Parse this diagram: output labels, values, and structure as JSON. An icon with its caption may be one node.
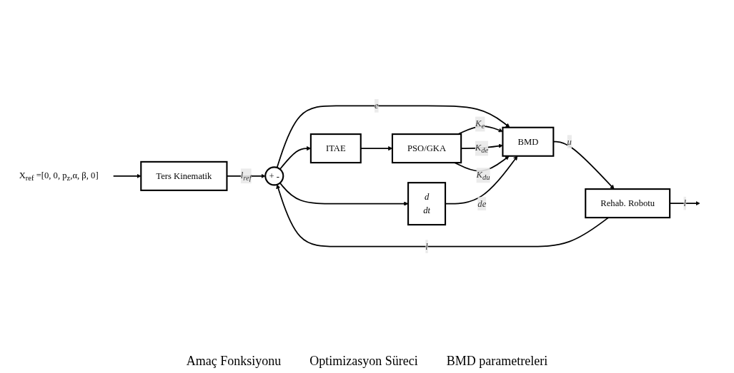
{
  "diagram": {
    "nodes": [
      {
        "text": [
          "ITAE"
        ]
      },
      {
        "text": [
          "PSO/GKA"
        ]
      },
      {
        "text": [
          "Ters Kinematik"
        ]
      },
      {
        "text": [
          "+",
          "-"
        ]
      },
      {
        "text": [
          "BMD"
        ]
      },
      {
        "text": [
          "Rehab. Robotu"
        ]
      },
      {
        "text": [
          "d",
          "dt"
        ]
      },
      {
        "text": [
          "X$_{ref}$ =[0, 0, p$_{z}$,α, β, 0]"
        ]
      }
    ],
    "edges": [
      {
        "from": 7,
        "to": 2,
        "arrow": "to"
      },
      {
        "from": 2,
        "to": 3,
        "arrow": "to",
        "label": "l$_{ref}$"
      },
      {
        "from": 3,
        "to": 4,
        "arrow": "to",
        "label": "e"
      },
      {
        "from": 3,
        "to": 0,
        "arrow": "to"
      },
      {
        "from": 3,
        "to": 6,
        "arrow": "to"
      },
      {
        "from": 0,
        "to": 1,
        "arrow": "to"
      },
      {
        "from": 1,
        "to": 4,
        "arrow": "to",
        "label": "K$_{e}$"
      },
      {
        "from": 1,
        "to": 4,
        "arrow": "to",
        "label": "K$_{de}$"
      },
      {
        "from": 1,
        "to": 4,
        "arrow": "to",
        "label": "K$_{du}$"
      },
      {
        "from": 6,
        "to": 4,
        "arrow": "to",
        "label": "de"
      },
      {
        "from": 4,
        "to": 5,
        "arrow": "to",
        "label": "u"
      },
      {
        "from": 5,
        "to": null,
        "arrow": "to",
        "label": "l"
      },
      {
        "from": 5,
        "to": 3,
        "arrow": "to",
        "label": "l"
      }
    ],
    "labels": [
      "Amaç Fonksiyonu",
      "Optimizasyon Süreci",
      "BMD parametreleri"
    ]
  }
}
